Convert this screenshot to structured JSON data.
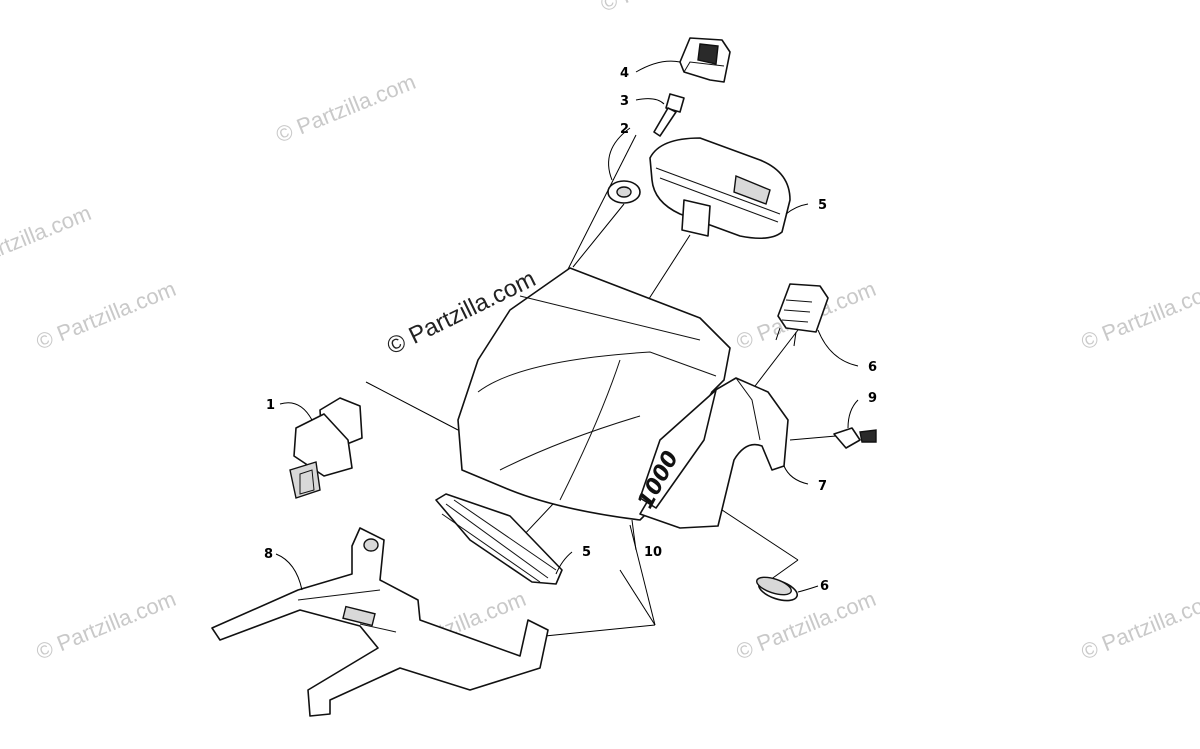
{
  "watermark": {
    "text": "© Partzilla.com",
    "main_text": "© Partzilla.com"
  },
  "callouts": {
    "c1": "1",
    "c2": "2",
    "c3": "3",
    "c4": "4",
    "c5a": "5",
    "c5b": "5",
    "c6a": "6",
    "c6b": "6",
    "c7": "7",
    "c8": "8",
    "c9": "9",
    "c10": "10"
  },
  "decal_text": "1000"
}
